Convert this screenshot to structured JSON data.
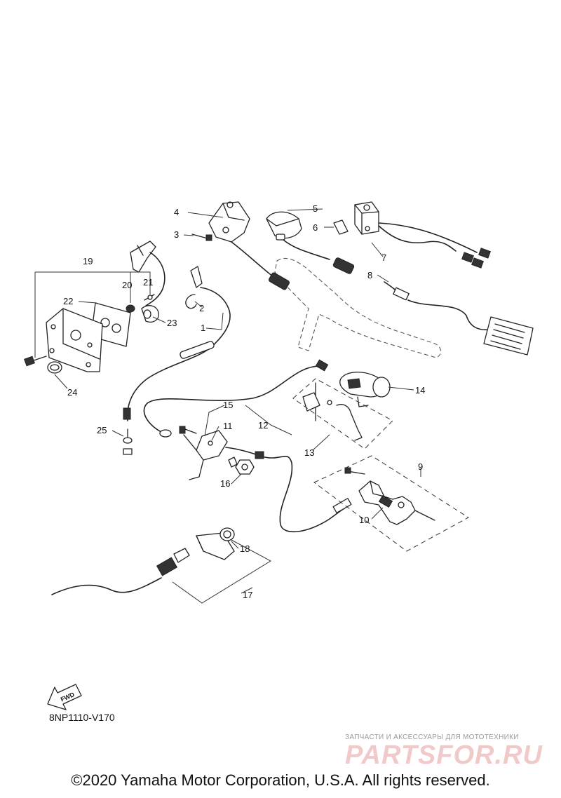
{
  "diagram": {
    "code": "8NP1110-V170",
    "copyright": "©2020 Yamaha Motor Corporation, U.S.A. All rights reserved.",
    "fwd_label": "FWD"
  },
  "watermark": {
    "tagline": "ЗАПЧАСТИ И АКСЕССУАРЫ ДЛЯ МОТОТЕХНИКИ",
    "logo": "PARTSFOR.RU"
  },
  "callouts": [
    "1",
    "2",
    "3",
    "4",
    "5",
    "6",
    "7",
    "8",
    "9",
    "10",
    "11",
    "12",
    "13",
    "14",
    "15",
    "16",
    "17",
    "18",
    "19",
    "20",
    "21",
    "22",
    "23",
    "24",
    "25"
  ]
}
